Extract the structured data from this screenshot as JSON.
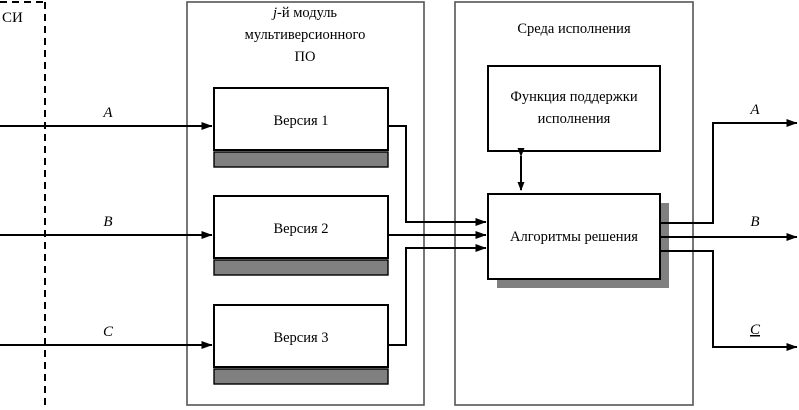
{
  "diagram": {
    "corner_label": "СИ",
    "left_panel": {
      "title_lines": [
        "j-й модуль",
        "мультиверсионного",
        "ПО"
      ],
      "title_italic_prefix": "j",
      "boxes": [
        {
          "label": "Версия 1"
        },
        {
          "label": "Версия 2"
        },
        {
          "label": "Версия 3"
        }
      ]
    },
    "right_panel": {
      "title": "Среда исполнения",
      "support_box": {
        "line1": "Функция поддержки",
        "line2": "исполнения"
      },
      "algorithms_box": {
        "label": "Алгоритмы решения"
      }
    },
    "inputs": [
      {
        "label": "A"
      },
      {
        "label": "B"
      },
      {
        "label": "C"
      }
    ],
    "outputs": [
      {
        "label": "A",
        "underlined": "false"
      },
      {
        "label": "B",
        "underlined": "false"
      },
      {
        "label": "C",
        "underlined": "true"
      }
    ],
    "colors": {
      "stroke": "#000000",
      "panel_border": "#555555",
      "shadow_gray": "#808080",
      "bar_gray": "#808080",
      "background": "#ffffff"
    }
  }
}
